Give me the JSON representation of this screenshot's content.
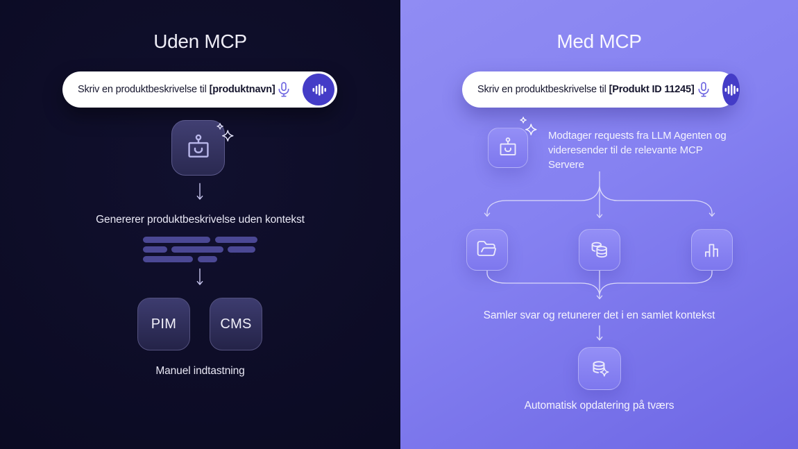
{
  "left": {
    "title": "Uden MCP",
    "search": {
      "prefix": "Skriv en produktbeskrivelse til",
      "highlight": "[produktnavn]"
    },
    "caption_generate": "Genererer produktbeskrivelse uden kontekst",
    "systems": [
      {
        "label": "PIM"
      },
      {
        "label": "CMS"
      }
    ],
    "caption_manual": "Manuel indtastning"
  },
  "right": {
    "title": "Med MCP",
    "search": {
      "prefix": "Skriv en produktbeskrivelse til",
      "highlight": "[Produkt ID 11245]"
    },
    "agent_note": "Modtager requests fra LLM Agenten og videresender til de relevante MCP Servere",
    "caption_collect": "Samler svar og retunerer det i en samlet kontekst",
    "caption_auto": "Automatisk opdatering på tværs"
  },
  "icons": {
    "mic": "microphone-outline",
    "voice_wave": "audio-waveform-bars",
    "bot": "robot-face",
    "sparkles": "four-point-stars",
    "folder": "folder-open",
    "database": "database-cylinders",
    "chart": "bar-chart",
    "database_sparkle": "database-with-sparkle",
    "arrow_down": "down-arrow"
  },
  "colors": {
    "left_background": "#0a0a21",
    "right_background_top": "#908cf3",
    "right_background_bottom": "#6d66e4",
    "accent_button": "#443cc7",
    "mic_icon": "#6c64e0",
    "pill_text": "#16162e",
    "skeleton_bar": "#4b4894",
    "dark_tile": "#2a2951",
    "light_tile": "#7d77ee"
  }
}
